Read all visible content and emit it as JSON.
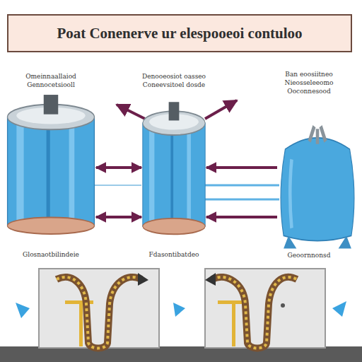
{
  "diagram": {
    "title": "Poat Conenerve ur elespooeoi contuloo",
    "nodes": [
      {
        "text": [
          "Omeinnaallaiod Gennocetsiooll",
          "Glosnaotbilindeie"
        ]
      },
      {
        "text": [
          "Denooeosiot oasseo Coneevsitoel dosde",
          "Fdasontibatdeo"
        ]
      },
      {
        "text": [
          "Ban eoosiitneo Nieosseleeomo Ooconnesood",
          "Geoornnonsd"
        ]
      }
    ],
    "edges": [
      {
        "from": 0,
        "to": 1,
        "arrow": "both"
      },
      {
        "from": 0,
        "to": 1,
        "arrow": "both"
      },
      {
        "from": 2,
        "to": 1,
        "arrow": "to"
      },
      {
        "from": 2,
        "to": 1,
        "arrow": "to"
      }
    ]
  }
}
